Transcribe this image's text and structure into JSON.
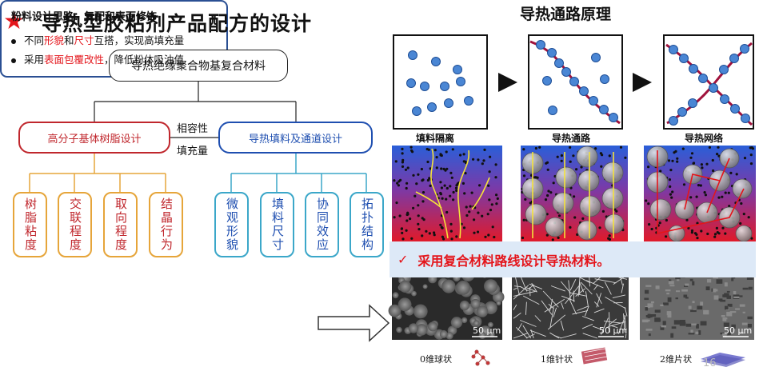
{
  "title": "导热型胶粘剂产品配方的设计",
  "right_title": "导热通路原理",
  "tree": {
    "root": "导热绝缘聚合物基复合材料",
    "left_branch": "高分子基体树脂设计",
    "right_branch": "导热填料及通道设计",
    "middle_top": "相容性",
    "middle_bottom": "填充量",
    "left_leaves": [
      "树脂粘度",
      "交联程度",
      "取向程度",
      "结晶行为"
    ],
    "right_leaves": [
      "微观形貌",
      "填料尺寸",
      "协同效应",
      "拓扑结构"
    ]
  },
  "powder_box": {
    "title": "粉料设计思路：复配和表面修饰",
    "line1": {
      "pre": "不同",
      "em1": "形貌",
      "mid": "和",
      "em2": "尺寸",
      "post": "互搭，实现高填充量"
    },
    "line2": {
      "pre": "采用",
      "em": "表面包覆改性",
      "post": "，降低粉体吸油值"
    }
  },
  "panels": {
    "labels": [
      "填料隔离",
      "导热通路",
      "导热网络"
    ],
    "morphology_labels": [
      "0维球状",
      "1维针状",
      "2维片状"
    ],
    "scale": "50 μm"
  },
  "banner": {
    "check": "✓",
    "text": "采用复合材料路线设计导热材料。"
  },
  "page_number": "16",
  "colors": {
    "accent_red": "#e4151b",
    "resin_red": "#c0272d",
    "filler_blue": "#1f4fb0",
    "leaf_orange": "#e6a53a",
    "leaf_blue": "#3ba7c9",
    "particle_blue": "#4a86d4",
    "path_red": "#a0123c",
    "banner_bg": "#dde9f7"
  }
}
